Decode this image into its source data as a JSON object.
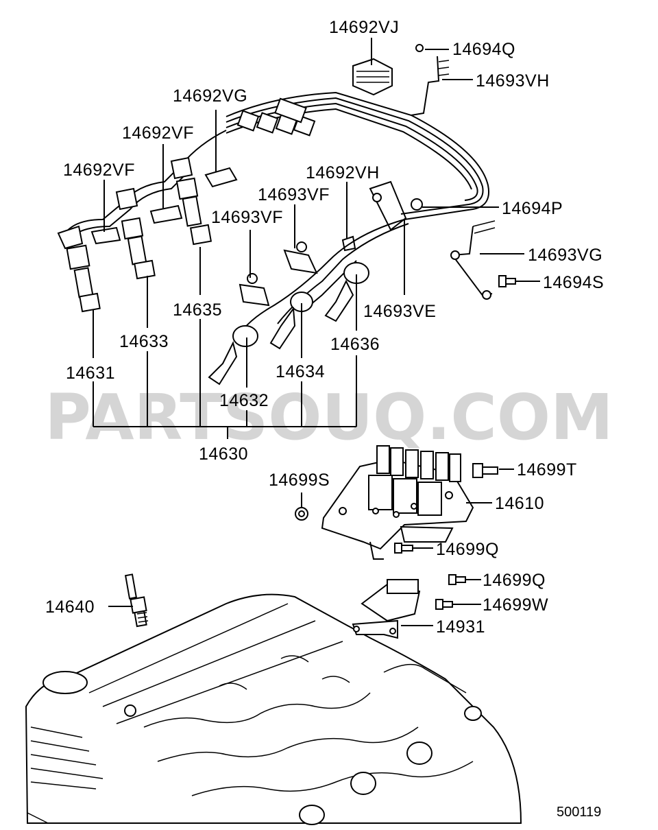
{
  "diagram": {
    "part_labels": {
      "p14692VJ": "14692VJ",
      "p14694Q": "14694Q",
      "p14693VH": "14693VH",
      "p14692VG": "14692VG",
      "p14692VF_a": "14692VF",
      "p14692VF_b": "14692VF",
      "p14692VH": "14692VH",
      "p14693VF_a": "14693VF",
      "p14693VF_b": "14693VF",
      "p14694P": "14694P",
      "p14693VG": "14693VG",
      "p14694S": "14694S",
      "p14693VE": "14693VE",
      "p14635": "14635",
      "p14636": "14636",
      "p14633": "14633",
      "p14634": "14634",
      "p14631": "14631",
      "p14632": "14632",
      "p14630": "14630",
      "p14699T": "14699T",
      "p14699S": "14699S",
      "p14610": "14610",
      "p14699Q_a": "14699Q",
      "p14699Q_b": "14699Q",
      "p14699W": "14699W",
      "p14640": "14640",
      "p14931": "14931"
    },
    "reference_number": "500119",
    "watermark": "PARTSOUQ.COM"
  }
}
